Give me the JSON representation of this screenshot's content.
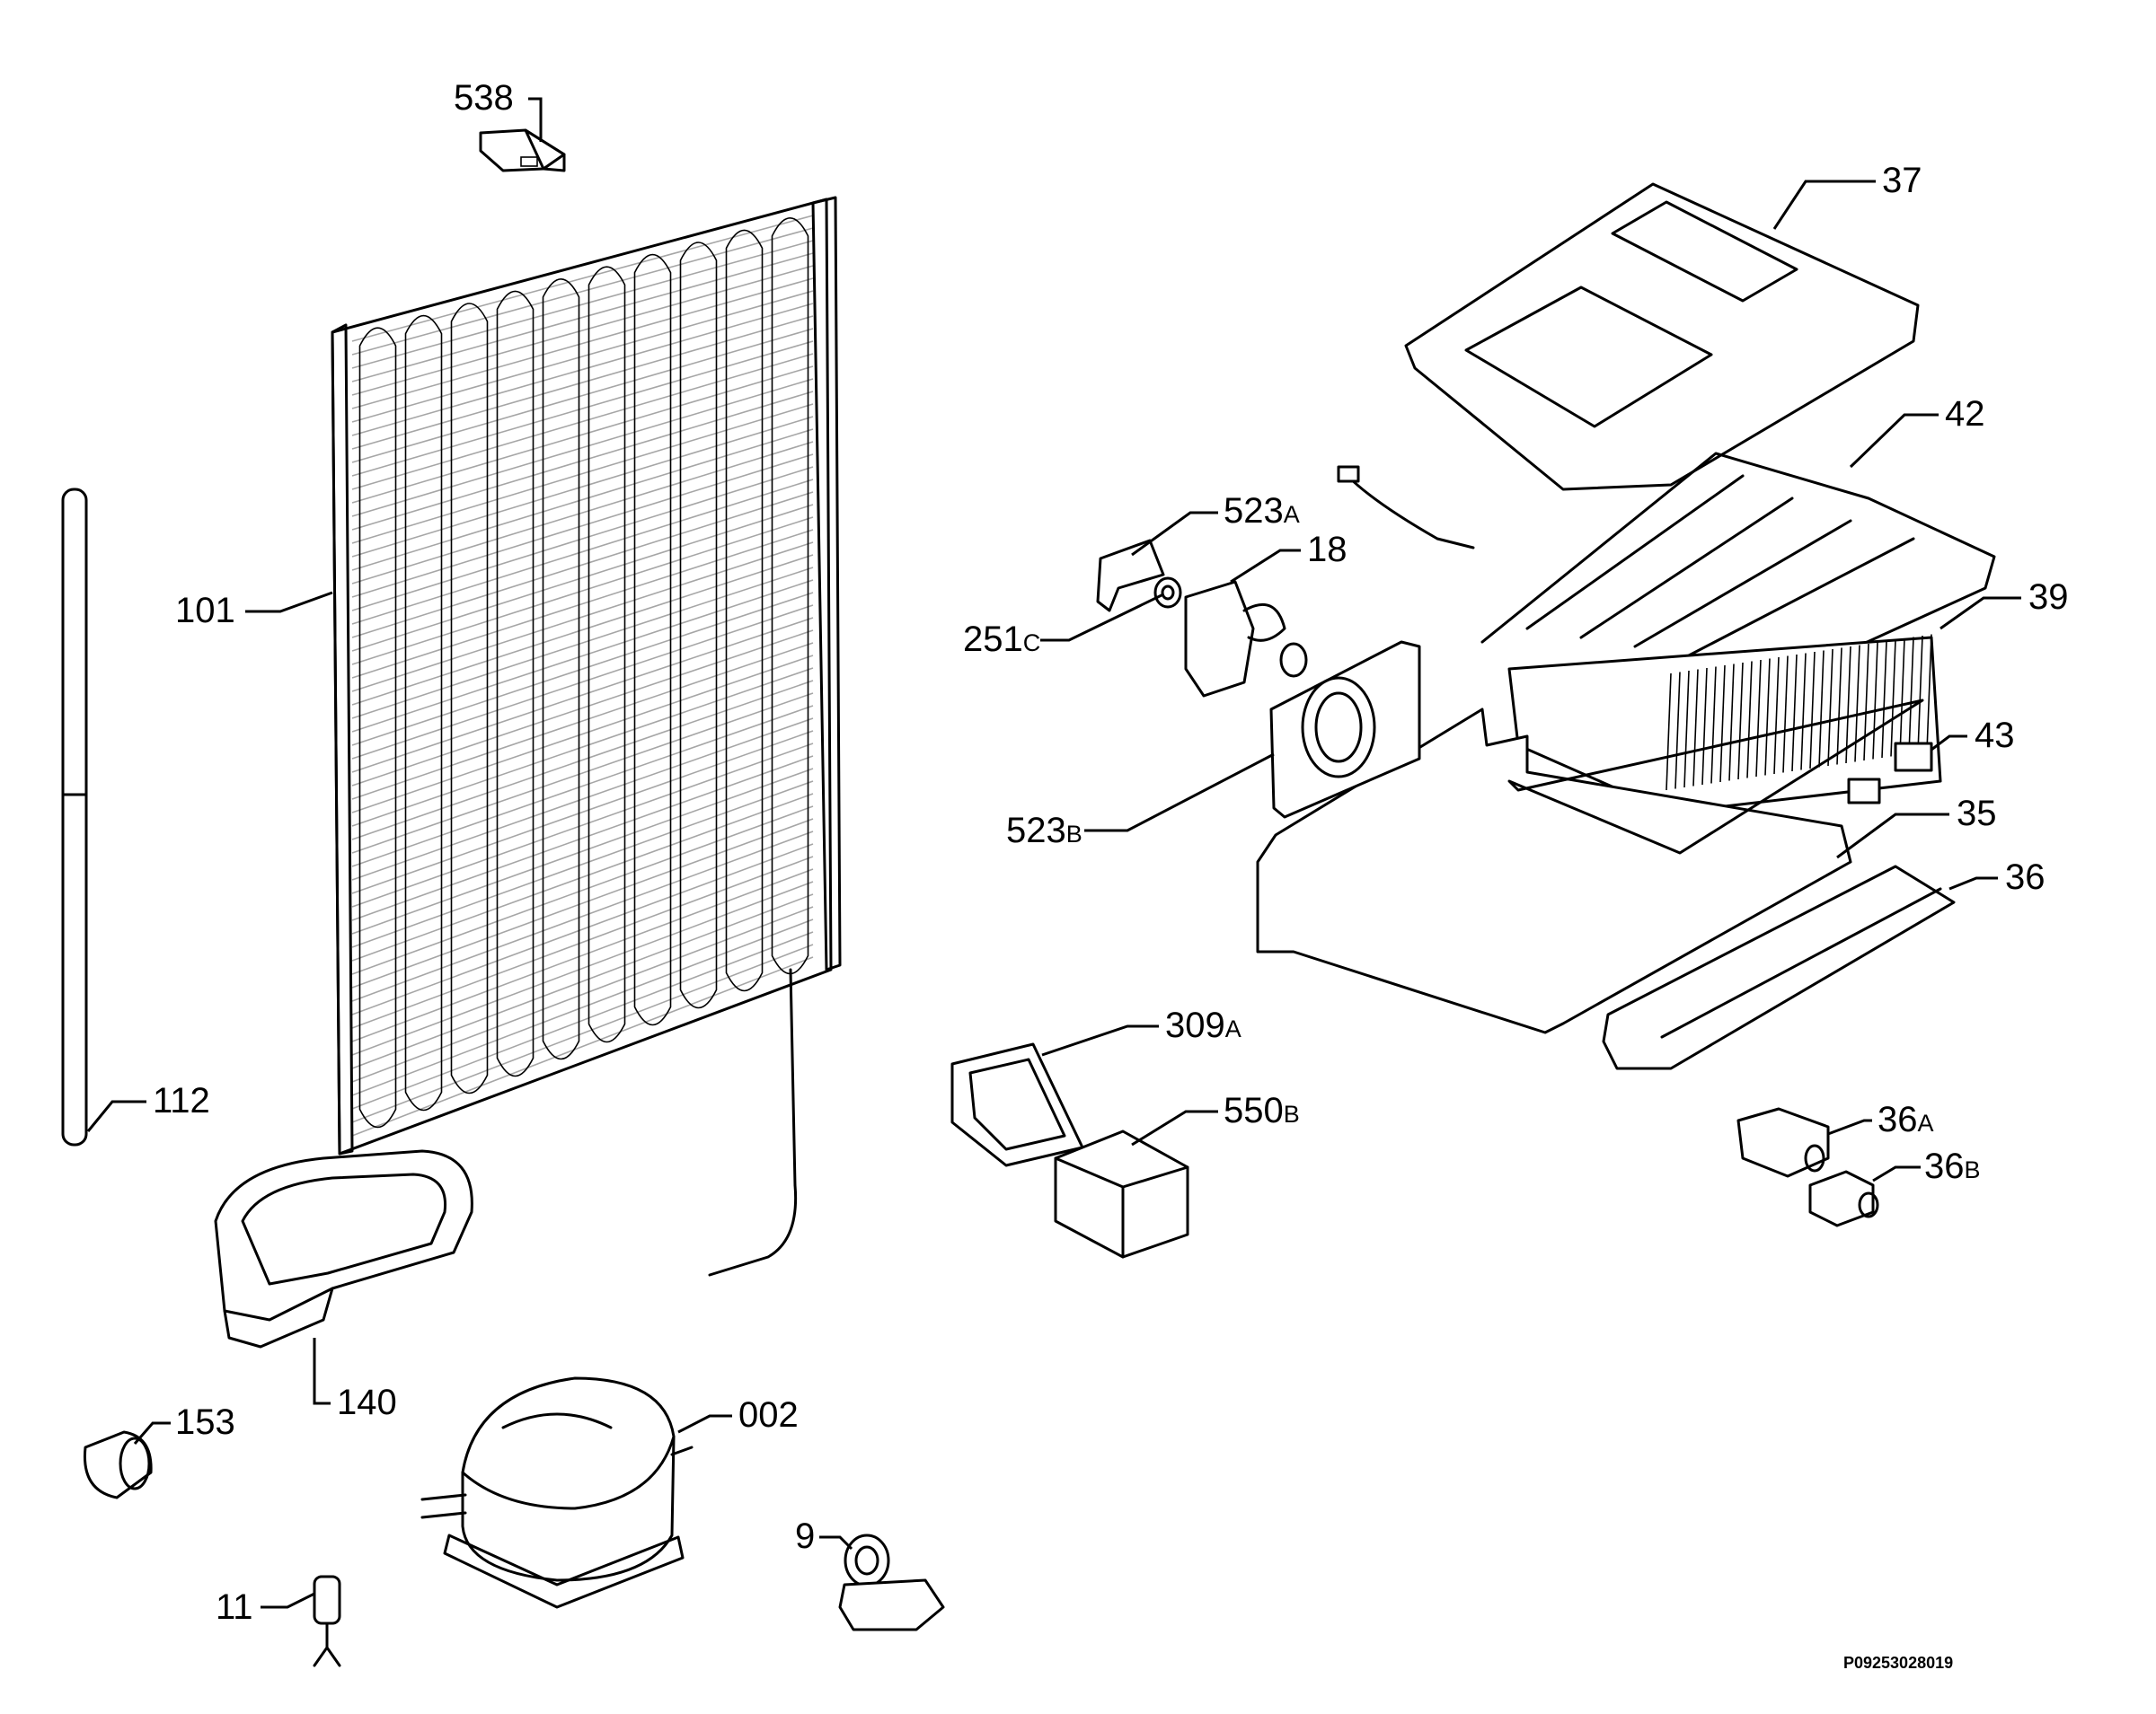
{
  "labels": {
    "p538": "538",
    "p37": "37",
    "p42": "42",
    "p523a": "523",
    "p523a_suffix": "A",
    "p18": "18",
    "p101": "101",
    "p251c": "251",
    "p251c_suffix": "C",
    "p39": "39",
    "p43": "43",
    "p523b": "523",
    "p523b_suffix": "B",
    "p35": "35",
    "p36": "36",
    "p309a": "309",
    "p309a_suffix": "A",
    "p112": "112",
    "p550b": "550",
    "p550b_suffix": "B",
    "p36a": "36",
    "p36a_suffix": "A",
    "p36b": "36",
    "p36b_suffix": "B",
    "p140": "140",
    "p153": "153",
    "p002": "002",
    "p9": "9",
    "p11": "11"
  },
  "drawing_code": "P09253028019"
}
